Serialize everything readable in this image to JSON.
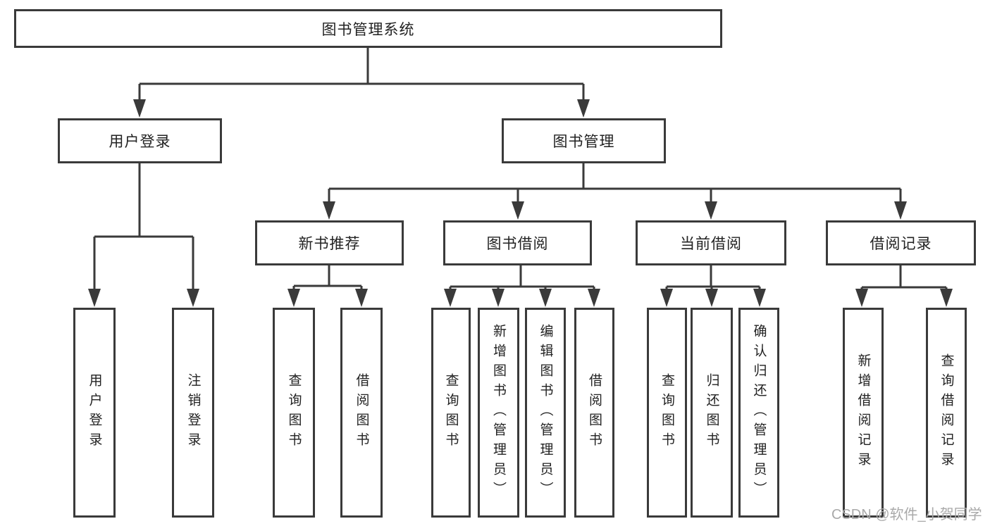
{
  "nodes": {
    "root": "图书管理系统",
    "user_login": "用户登录",
    "book_management": "图书管理",
    "new_book_recommend": "新书推荐",
    "book_borrow": "图书借阅",
    "current_borrow": "当前借阅",
    "borrow_records": "借阅记录"
  },
  "leaves": {
    "login": [
      "用户登录",
      "注销登录"
    ],
    "recommend": [
      "查询图书",
      "借阅图书"
    ],
    "borrow": [
      "查询图书",
      "新增图书（管理员）",
      "编辑图书（管理员）",
      "借阅图书"
    ],
    "current": [
      "查询图书",
      "归还图书",
      "确认归还（管理员）"
    ],
    "records": [
      "新增借阅记录",
      "查询借阅记录"
    ]
  },
  "watermark": "CSDN @软件_小贺同学",
  "colors": {
    "line": "#3a3a3a",
    "text": "#222222",
    "watermark": "#a9a9a9",
    "background": "#ffffff"
  }
}
